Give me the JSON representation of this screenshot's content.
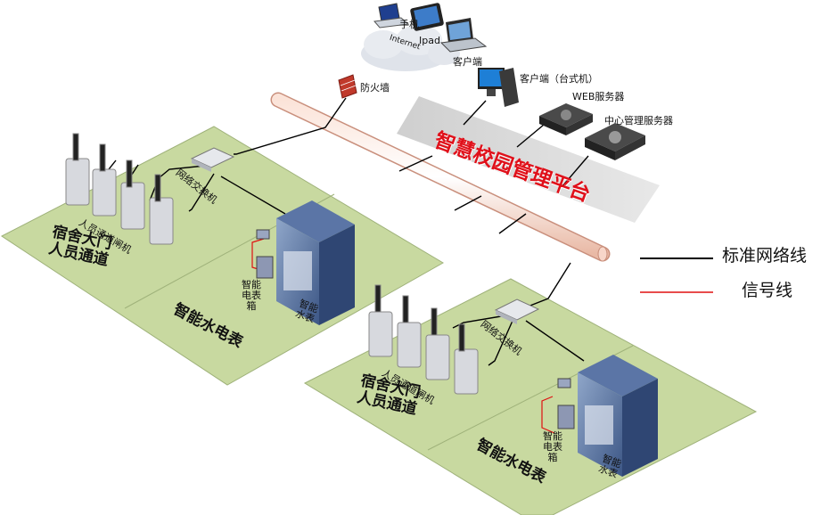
{
  "platform": {
    "title": "智慧校园管理平台"
  },
  "network": {
    "internet": "Internet",
    "phone": "手机",
    "ipad": "Ipad",
    "client": "客户端",
    "desktop": "客户端（台式机）",
    "firewall": "防火墙",
    "web_server": "WEB服务器",
    "center_server": "中心管理服务器"
  },
  "site_upper": {
    "switch": "网络交换机",
    "gate": "人员通道闸机",
    "zone_entrance": "宿舍大门人员通道",
    "zone_meter": "智能水电表",
    "elec_box": "智能电表箱",
    "water_meter": "智能水表"
  },
  "site_lower": {
    "switch": "网络交换机",
    "gate": "人员通道闸机",
    "zone_entrance": "宿舍大门人员通道",
    "zone_meter": "智能水电表",
    "elec_box": "智能电表箱",
    "water_meter": "智能水表"
  },
  "legend": {
    "network_line": "标准网络线",
    "signal_line": "信号线",
    "network_color": "#000000",
    "signal_color": "#e01010"
  },
  "colors": {
    "platform_green": "#c8d9a0",
    "banner_bg": "#d8d8d8",
    "banner_text": "#e0101a"
  }
}
